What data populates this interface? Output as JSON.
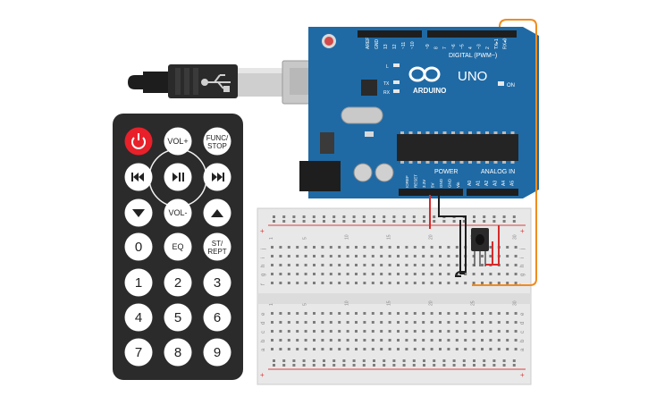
{
  "remote": {
    "buttons": [
      {
        "key": "power",
        "label": "",
        "icon": "power-icon"
      },
      {
        "key": "vol-up",
        "label": "VOL+"
      },
      {
        "key": "func-stop",
        "label": "FUNC/",
        "label2": "STOP"
      },
      {
        "key": "prev",
        "label": "",
        "icon": "skip-back-icon"
      },
      {
        "key": "play-pause",
        "label": "",
        "icon": "play-pause-icon"
      },
      {
        "key": "next",
        "label": "",
        "icon": "skip-forward-icon"
      },
      {
        "key": "down",
        "label": "",
        "icon": "triangle-down-icon"
      },
      {
        "key": "vol-down",
        "label": "VOL-"
      },
      {
        "key": "up",
        "label": "",
        "icon": "triangle-up-icon"
      },
      {
        "key": "0",
        "label": "0"
      },
      {
        "key": "eq",
        "label": "EQ"
      },
      {
        "key": "st-rept",
        "label": "ST/",
        "label2": "REPT"
      },
      {
        "key": "1",
        "label": "1"
      },
      {
        "key": "2",
        "label": "2"
      },
      {
        "key": "3",
        "label": "3"
      },
      {
        "key": "4",
        "label": "4"
      },
      {
        "key": "5",
        "label": "5"
      },
      {
        "key": "6",
        "label": "6"
      },
      {
        "key": "7",
        "label": "7"
      },
      {
        "key": "8",
        "label": "8"
      },
      {
        "key": "9",
        "label": "9"
      }
    ]
  },
  "arduino": {
    "brand": "ARDUINO",
    "model": "UNO",
    "digital_header": "DIGITAL (PWM~)",
    "power_header": "POWER",
    "analog_header": "ANALOG IN",
    "on_label": "ON",
    "led_labels": [
      "L",
      "TX",
      "RX"
    ],
    "top_pins": [
      "AREF",
      "GND",
      "13",
      "12",
      "~11",
      "~10",
      "~9",
      "8",
      "7",
      "~6",
      "~5",
      "4",
      "~3",
      "2",
      "TX▸1",
      "RX◂0"
    ],
    "power_pins": [
      "IOREF",
      "RESET",
      "3.3V",
      "5V",
      "GND",
      "GND",
      "Vin"
    ],
    "analog_pins": [
      "A0",
      "A1",
      "A2",
      "A3",
      "A4",
      "A5"
    ]
  },
  "breadboard": {
    "row_letters_top": [
      "j",
      "i",
      "h",
      "g",
      "f"
    ],
    "row_letters_bottom": [
      "e",
      "d",
      "c",
      "b",
      "a"
    ],
    "column_numbers": [
      "1",
      "5",
      "10",
      "15",
      "20",
      "25",
      "30"
    ],
    "rail_plus": "+",
    "rail_minus": "-"
  },
  "colors": {
    "remote_body": "#2b2b2b",
    "power_button": "#e8202a",
    "arduino_board": "#1f6aa5",
    "wire_red": "#d62a2a",
    "wire_black": "#1e1e1e",
    "wire_orange": "#f08c1e",
    "breadboard": "#e8e8e8"
  }
}
